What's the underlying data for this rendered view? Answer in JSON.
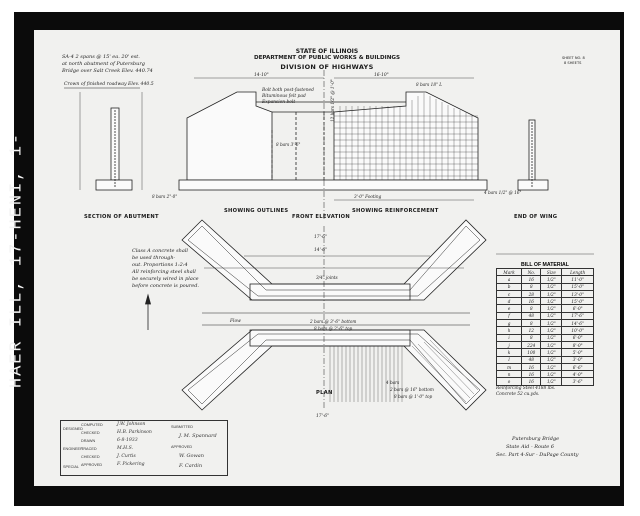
{
  "archive_label": "HAER ILL, 17-HENI, 1-",
  "title": {
    "line1": "STATE OF ILLINOIS",
    "line2": "DEPARTMENT OF PUBLIC WORKS & BUILDINGS",
    "line3": "DIVISION OF HIGHWAYS"
  },
  "sheet_no": {
    "line1": "SHEET NO. 8",
    "line2": "8 SHEETS"
  },
  "header_notes": [
    "SA-4 2 spans @ 15' ea. 20' est.",
    "at north abutment of Putersburg",
    "Bridge over Salt Creek  Elev. 440.74"
  ],
  "elevation_labels": {
    "crown_of_roadway": "Crown of finished roadway Elev. 440.5",
    "bolt": "Bolt both post-fastened",
    "bituminous": "Bituminous felt pad",
    "expansion": "Expansion bolt",
    "dim_left": "14-10\"",
    "dim_right": "16-10\"",
    "bars_1": "8 bars 18\" L",
    "bars_2": "12 bars 1/2\" @ 1'-0\"",
    "bars_3": "8 bars 3'-6\"",
    "bars_4": "8 bars 2\"-0\"",
    "bars_5": "4 bars 1/2\" @ 16\"",
    "footing": "3'-0\" Footing"
  },
  "captions": {
    "section_of_abutment": "SECTION OF ABUTMENT",
    "showing_outlines": "SHOWING OUTLINES",
    "front_elevation": "FRONT ELEVATION",
    "showing_reinforcement": "SHOWING REINFORCEMENT",
    "end_of_wing": "END OF WING",
    "plan": "PLAN"
  },
  "notes": [
    "Class A concrete shall",
    "be used through-",
    "out. Proportions 1:2:4",
    "All reinforcing steel shall",
    "be securely wired in place",
    "before concrete is poured."
  ],
  "plan_labels": {
    "dim_top": "17'-6\"",
    "dim_inner": "14'-6\"",
    "dim_bottom": "17'-6\"",
    "joints": "3/4\" joints",
    "flow": "Flow",
    "bars_a": "2 bars @ 3'-6\" bottom",
    "bars_b": "8 bars @ 2'-6\" top",
    "bars_c": "4 bars",
    "bars_d": "2 bars @ 16\" bottom",
    "bars_e": "8 bars @ 1'-0\" top"
  },
  "bill_of_material": {
    "title": "BILL OF MATERIAL",
    "columns": [
      "Mark",
      "No.",
      "Size",
      "Length"
    ],
    "rows": [
      [
        "a",
        "16",
        "1/2\"",
        "11'-0\""
      ],
      [
        "b",
        "8",
        "1/2\"",
        "15'-0\""
      ],
      [
        "c",
        "28",
        "1/2\"",
        "13'-0\""
      ],
      [
        "d",
        "16",
        "1/2\"",
        "15'-0\""
      ],
      [
        "e",
        "8",
        "1/2\"",
        "6'-0\""
      ],
      [
        "f",
        "48",
        "1/2\"",
        "17'-6\""
      ],
      [
        "g",
        "8",
        "1/2\"",
        "14'-6\""
      ],
      [
        "h",
        "12",
        "1/2\"",
        "10'-0\""
      ],
      [
        "i",
        "8",
        "1/2\"",
        "6'-0\""
      ],
      [
        "j",
        "224",
        "1/2\"",
        "8'-0\""
      ],
      [
        "k",
        "100",
        "1/2\"",
        "5'-0\""
      ],
      [
        "l",
        "48",
        "1/2\"",
        "3'-0\""
      ],
      [
        "m",
        "16",
        "1/2\"",
        "6'-6\""
      ],
      [
        "n",
        "16",
        "1/2\"",
        "4'-0\""
      ],
      [
        "o",
        "16",
        "1/2\"",
        "3'-6\""
      ]
    ],
    "summary_1": "Reinforcing Steel 4188 lbs.",
    "summary_2": "Concrete 52 cu.yds."
  },
  "title_block": {
    "rows": [
      {
        "role": "COMPUTED",
        "name": "J.W. Johnson"
      },
      {
        "role": "CHECKED",
        "name": "H.B. Parkinson"
      },
      {
        "role": "DRAWN",
        "name": "6-8-1933"
      },
      {
        "role": "TRACED",
        "name": "M.H.S."
      },
      {
        "role": "CHECKED",
        "name": "J. Curtis"
      },
      {
        "role": "APPROVED",
        "name": "F. Pickering"
      }
    ],
    "groups": [
      "DESIGNED",
      "ENGINEER",
      "SPECIAL"
    ],
    "submitted": "SUBMITTED",
    "approved": "APPROVED",
    "signature_1": "J. M. Spannard",
    "signature_2": "W. Gowan",
    "signature_3": "F. Cardin"
  },
  "location": {
    "line1": "Putersburg Bridge",
    "line2": "State Aid - Route 6",
    "line3": "Sec. Part 4-Sur - DuPage County"
  }
}
